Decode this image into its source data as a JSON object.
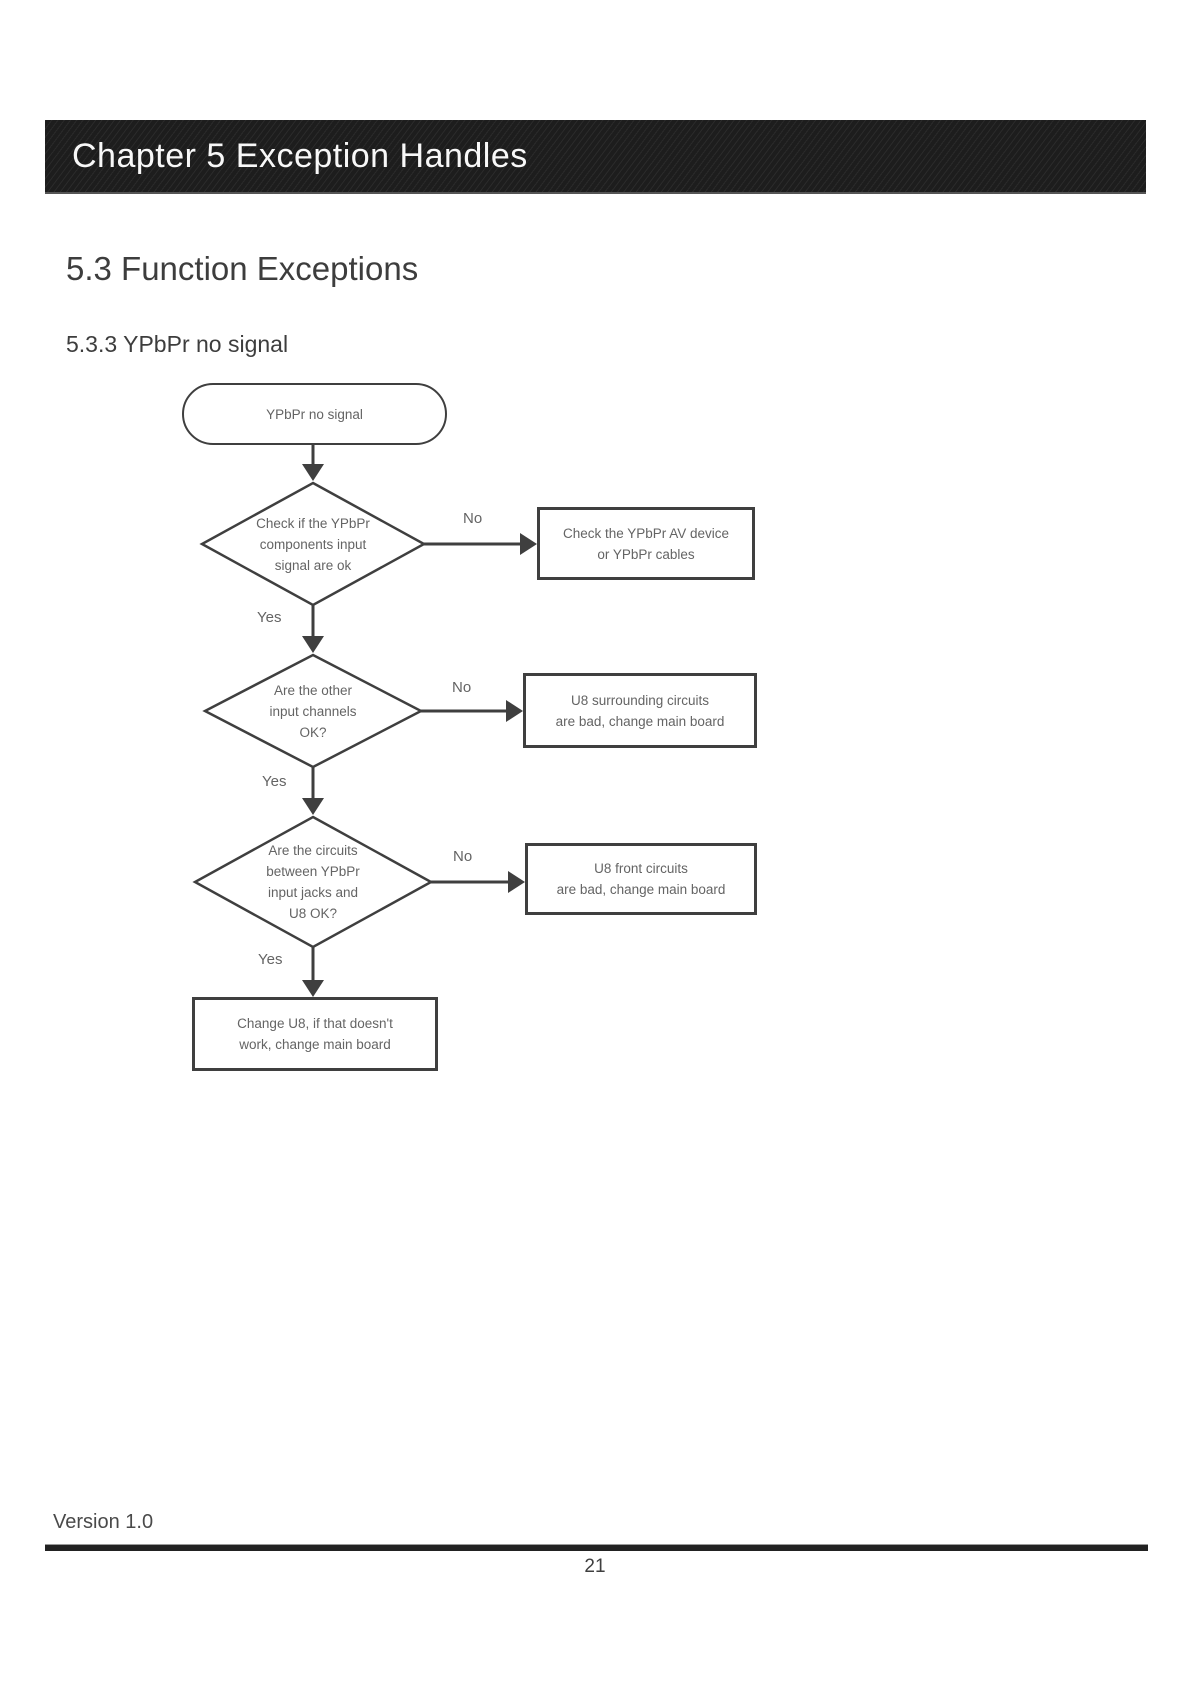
{
  "colors": {
    "header_bg": "#1d1d1d",
    "header_text": "#f8f8f8",
    "line": "#3f3f3f",
    "text": "#646464",
    "heading": "#3d3d3d"
  },
  "header": {
    "chapter_title": "Chapter 5 Exception Handles"
  },
  "section": {
    "title": "5.3 Function Exceptions",
    "subtitle": "5.3.3 YPbPr no signal"
  },
  "flowchart": {
    "start": {
      "label": "YPbPr no signal"
    },
    "decisions": [
      {
        "lines": [
          "Check if the YPbPr",
          "components input",
          "signal are ok"
        ],
        "yes_label": "Yes",
        "no_label": "No"
      },
      {
        "lines": [
          "Are the other",
          "input channels",
          "OK?"
        ],
        "yes_label": "Yes",
        "no_label": "No"
      },
      {
        "lines": [
          "Are the circuits",
          "between YPbPr",
          "input jacks and",
          "U8 OK?"
        ],
        "yes_label": "Yes",
        "no_label": "No"
      }
    ],
    "actions": [
      {
        "lines": [
          "Check the YPbPr AV device",
          "or YPbPr cables"
        ]
      },
      {
        "lines": [
          "U8 surrounding circuits",
          "are bad, change main board"
        ]
      },
      {
        "lines": [
          "U8 front circuits",
          "are bad, change main board"
        ]
      },
      {
        "lines": [
          "Change U8, if that doesn't",
          "work, change main board"
        ]
      }
    ]
  },
  "footer": {
    "version": "Version 1.0",
    "page_number": "21"
  }
}
